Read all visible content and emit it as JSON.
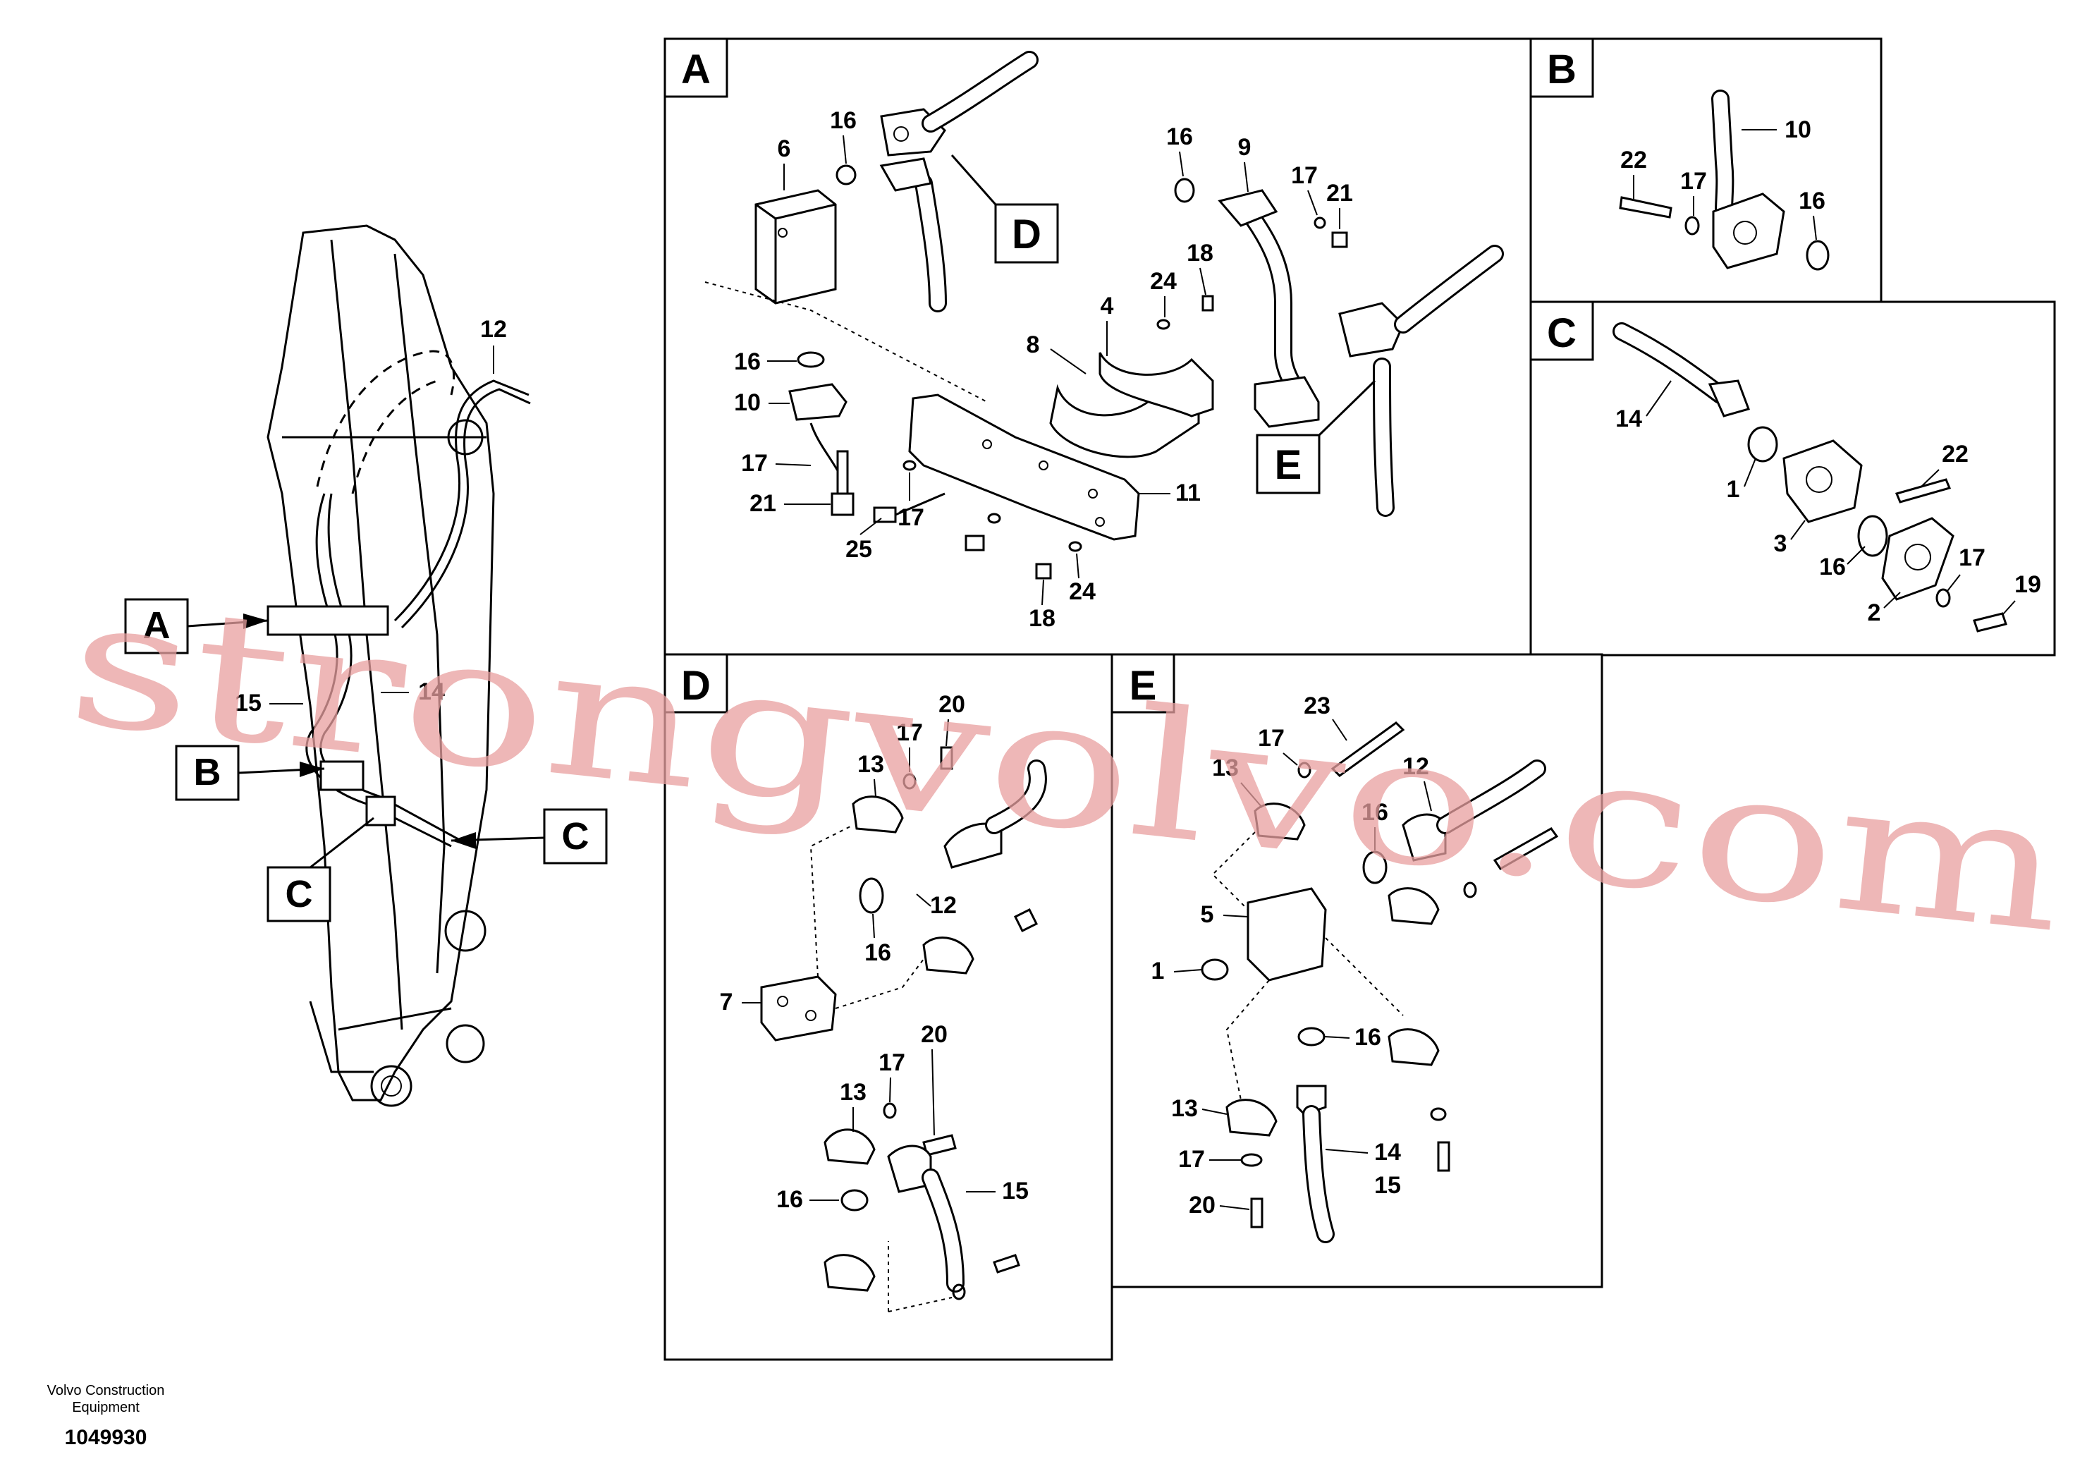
{
  "watermark": "strongvolvo.com",
  "footer": {
    "company_line1": "Volvo Construction",
    "company_line2": "Equipment",
    "drawing_number": "1049930"
  },
  "overview": {
    "view_tags": [
      "A",
      "B",
      "C",
      "C"
    ],
    "callouts": [
      "12",
      "14",
      "15"
    ]
  },
  "panels": {
    "A": {
      "tag": "A",
      "subview_tags": [
        "D",
        "E"
      ],
      "callouts": [
        "6",
        "16",
        "16",
        "9",
        "17",
        "21",
        "18",
        "24",
        "4",
        "8",
        "16",
        "10",
        "17",
        "21",
        "25",
        "17",
        "11",
        "18",
        "24"
      ]
    },
    "B": {
      "tag": "B",
      "callouts": [
        "10",
        "22",
        "17",
        "16"
      ]
    },
    "C": {
      "tag": "C",
      "callouts": [
        "14",
        "22",
        "1",
        "3",
        "16",
        "17",
        "19",
        "2"
      ]
    },
    "D": {
      "tag": "D",
      "callouts": [
        "20",
        "17",
        "13",
        "12",
        "16",
        "7",
        "17",
        "20",
        "13",
        "15",
        "16"
      ]
    },
    "E": {
      "tag": "E",
      "callouts": [
        "23",
        "17",
        "12",
        "13",
        "16",
        "5",
        "1",
        "16",
        "13",
        "14",
        "15",
        "17",
        "20"
      ]
    }
  }
}
